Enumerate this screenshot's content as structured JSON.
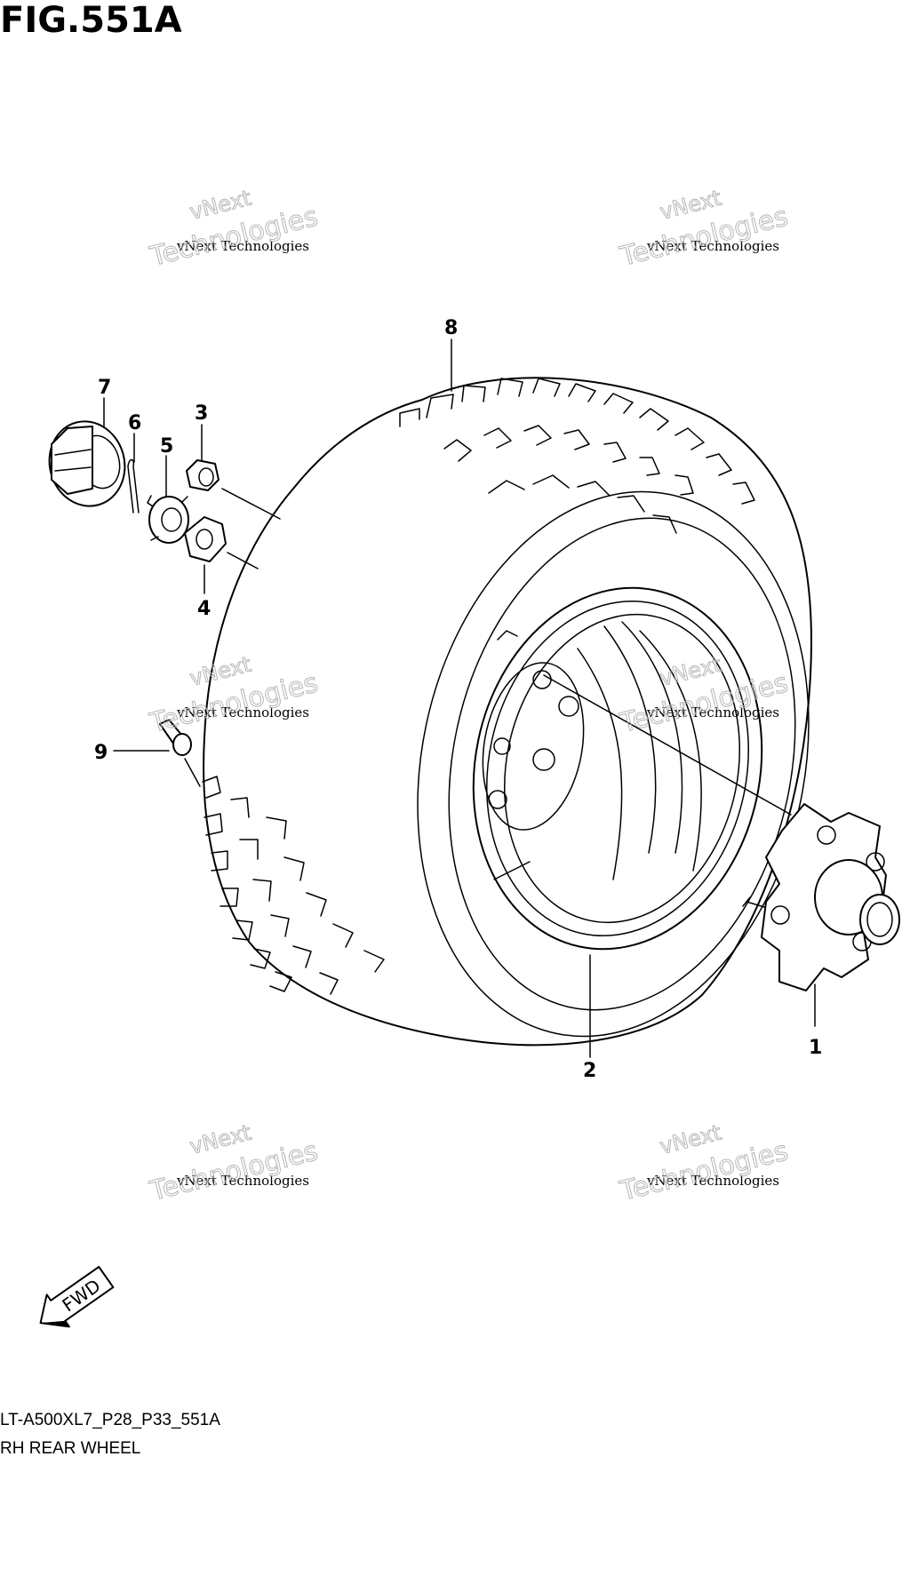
{
  "figure": {
    "title": "FIG.551A",
    "model_code": "LT-A500XL7_P28_P33_551A",
    "part_name": "RH REAR WHEEL"
  },
  "callouts": [
    "1",
    "2",
    "3",
    "4",
    "5",
    "6",
    "7",
    "8",
    "9"
  ],
  "watermark": {
    "line0": "vNext",
    "line1": "vNext Technologies",
    "line2": "Technologies"
  },
  "fwd_label": "FWD",
  "colors": {
    "line": "#000000",
    "watermark": "#b5b5b5",
    "background": "#ffffff"
  }
}
